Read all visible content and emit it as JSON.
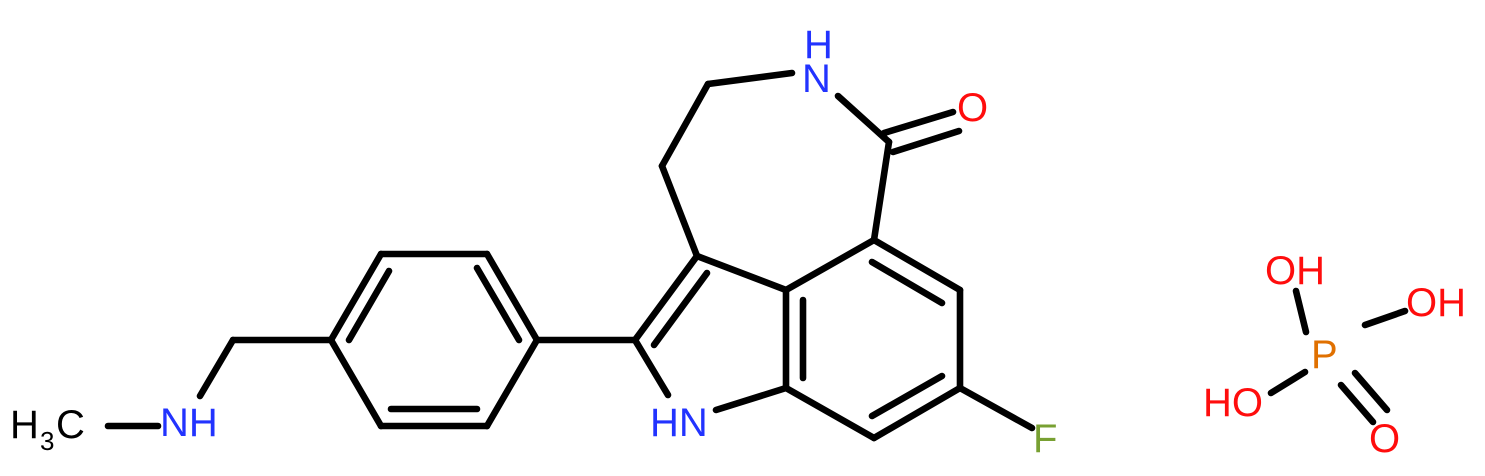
{
  "structure": {
    "atoms": {
      "nh_amide": "H",
      "n_amide": "N",
      "o_carbonyl": "O",
      "nh_indole": "HN",
      "fluorine": "F",
      "nh_amine": "NH",
      "methyl_h": "H",
      "methyl_sub": "3",
      "methyl_c": "C",
      "phos_oh_top": "OH",
      "phos_oh_right": "OH",
      "phos_p": "P",
      "phos_oh_left": "HO",
      "phos_o_double": "O"
    },
    "colors": {
      "nitrogen": "#2233ff",
      "oxygen": "#ff0d0d",
      "fluorine": "#78a032",
      "phosphorus": "#e07000",
      "carbon_bond": "#000000"
    }
  }
}
